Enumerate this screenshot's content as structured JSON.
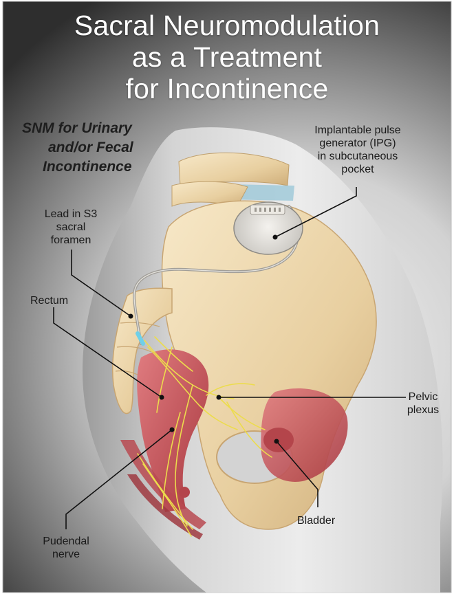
{
  "title": {
    "line1": "Sacral Neuromodulation",
    "line2": "as a Treatment",
    "line3": "for Incontinence"
  },
  "subtitle": {
    "line1": "SNM for Urinary",
    "line2": "and/or  Fecal",
    "line3": "Incontinence"
  },
  "labels": {
    "ipg": {
      "line1": "Implantable pulse",
      "line2": "generator (IPG)",
      "line3": "in subcutaneous",
      "line4": "pocket"
    },
    "lead": {
      "line1": "Lead in S3",
      "line2": "sacral",
      "line3": "foramen"
    },
    "rectum": "Rectum",
    "pelvic_plexus": {
      "line1": "Pelvic",
      "line2": "plexus"
    },
    "bladder": "Bladder",
    "pudendal_nerve": {
      "line1": "Pudendal",
      "line2": "nerve"
    }
  },
  "colors": {
    "background_dark": "#2f2f2f",
    "background_light": "#e6e6e6",
    "bone": "#ecd6ad",
    "muscle": "#c9575e",
    "nerve": "#e9d94a",
    "device": "#dedbd6",
    "lead_wire": "#9c9a96"
  }
}
